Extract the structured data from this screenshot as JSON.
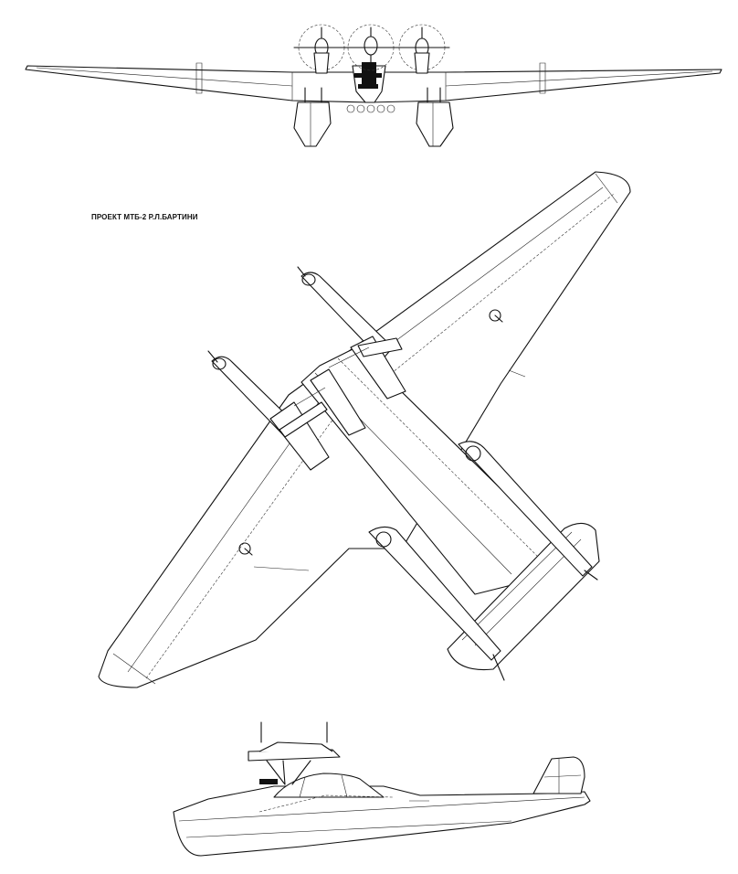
{
  "drawing": {
    "caption": "ПРОЕКТ МТБ-2 Р.Л.БАРТИНИ",
    "line_color": "#111111",
    "paper_color": "#ffffff",
    "views": [
      "front-view",
      "plan-view",
      "side-view"
    ]
  }
}
